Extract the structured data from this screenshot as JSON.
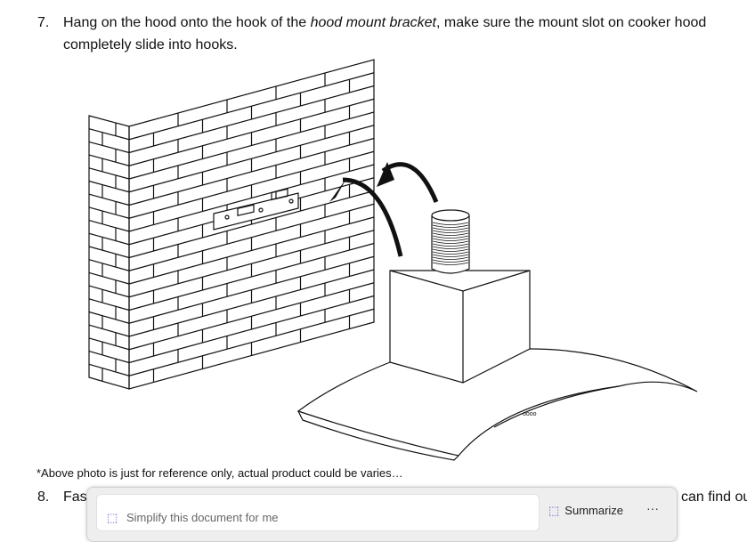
{
  "steps": [
    {
      "number": "7.",
      "text_before": "Hang on the hood onto the hook of the ",
      "text_italic": "hood mount bracket",
      "text_after": ", make sure the mount slot on cooker hood completely slide into hooks."
    },
    {
      "number": "8.",
      "text": "Fas",
      "text_tail": "can find ou"
    }
  ],
  "note": "*Above photo is just for reference only, actual product could be varies…",
  "copilot": {
    "placeholder": "Simplify this document for me",
    "summarize_label": "Summarize",
    "more_label": "···",
    "icon": "copilot-sparkle-icon",
    "accent": "#5a4fcf"
  }
}
